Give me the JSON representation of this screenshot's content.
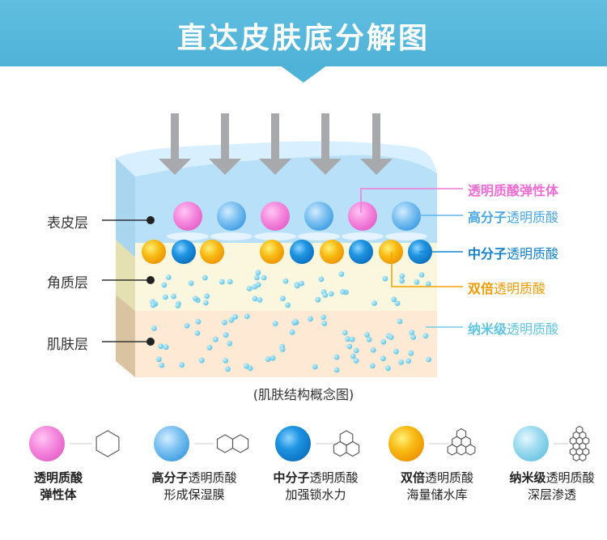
{
  "header": {
    "title": "直达皮肤底分解图"
  },
  "layers": {
    "epidermis": "表皮层",
    "stratum_corneum": "角质层",
    "dermis": "肌肤层"
  },
  "callouts": {
    "elastic": "透明质酸弹性体",
    "high_bold": "高分子",
    "high_rest": "透明质酸",
    "mid_bold": "中分子",
    "mid_rest": "透明质酸",
    "double_bold": "双倍",
    "double_rest": "透明质酸",
    "nano_bold": "纳米级",
    "nano_rest": "透明质酸"
  },
  "caption": "(肌肤结构概念图)",
  "legend": [
    {
      "bold1": "透明质酸",
      "line2": "弹性体",
      "line2_bold": true
    },
    {
      "bold1": "高分子",
      "rest1": "透明质酸",
      "line2": "形成保湿膜"
    },
    {
      "bold1": "中分子",
      "rest1": "透明质酸",
      "line2": "加强锁水力"
    },
    {
      "bold1": "双倍",
      "rest1": "透明质酸",
      "line2": "海量储水库"
    },
    {
      "bold1": "纳米级",
      "rest1": "透明质酸",
      "line2": "深层渗透"
    }
  ],
  "colors": {
    "banner": "#4fb2d8",
    "pink": "#f07ad8",
    "light_blue": "#5fb4ec",
    "deep_blue": "#1386d4",
    "orange": "#f4a100",
    "cyan": "#6fcde6"
  }
}
